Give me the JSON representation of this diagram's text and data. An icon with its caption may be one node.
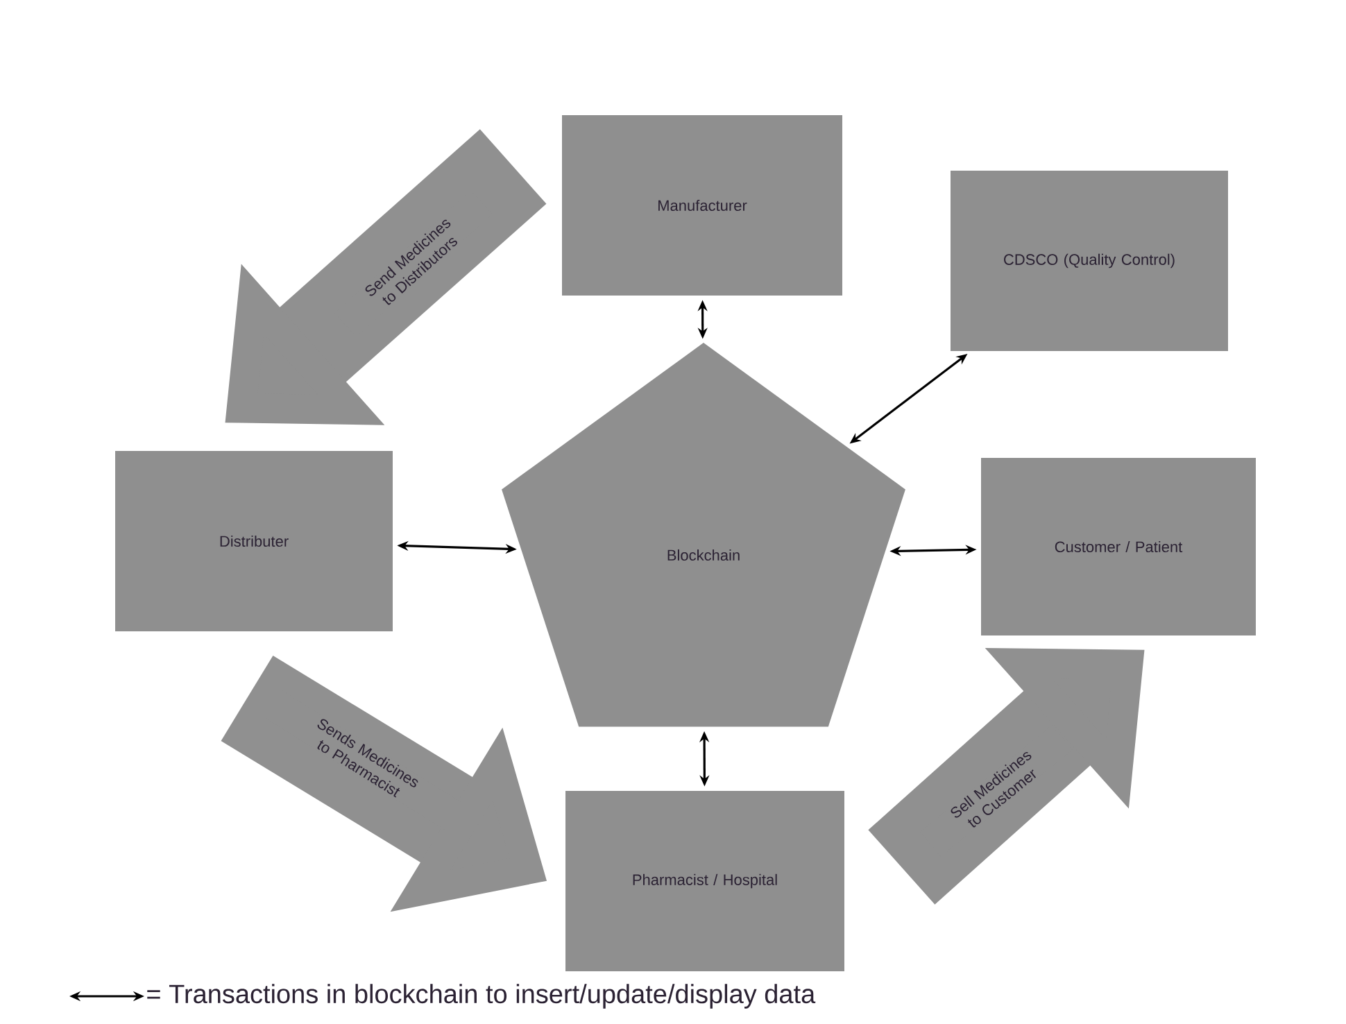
{
  "diagram": {
    "nodes": [
      {
        "text": [
          "Manufacturer"
        ]
      },
      {
        "text": [
          "CDSCO (Quality Control)"
        ]
      },
      {
        "text": [
          "Distributer"
        ]
      },
      {
        "text": [
          "Blockchain"
        ]
      },
      {
        "text": [
          "Customer / Patient"
        ]
      },
      {
        "text": [
          "Pharmacist / Hospital"
        ]
      }
    ],
    "edges": [
      {
        "from": 0,
        "to": 3,
        "arrow": "both"
      },
      {
        "from": 1,
        "to": 3,
        "arrow": "both"
      },
      {
        "from": 2,
        "to": 3,
        "arrow": "both"
      },
      {
        "from": 3,
        "to": 4,
        "arrow": "both"
      },
      {
        "from": 3,
        "to": 5,
        "arrow": "both"
      },
      {
        "from": 0,
        "to": 2,
        "arrow": "to",
        "label": "Send Medicines to Distributors",
        "style": "thick",
        "color": "#909090"
      },
      {
        "from": 2,
        "to": 5,
        "arrow": "to",
        "label": "Sends Medicines to Pharmacist",
        "style": "thick",
        "color": "#909090"
      },
      {
        "from": 5,
        "to": 4,
        "arrow": "to",
        "label": "Sell Medicines to Customer",
        "style": "thick",
        "color": "#909090"
      }
    ],
    "legend": [
      {
        "text": "= Transactions in blockchain  to insert/update/display data"
      }
    ]
  }
}
